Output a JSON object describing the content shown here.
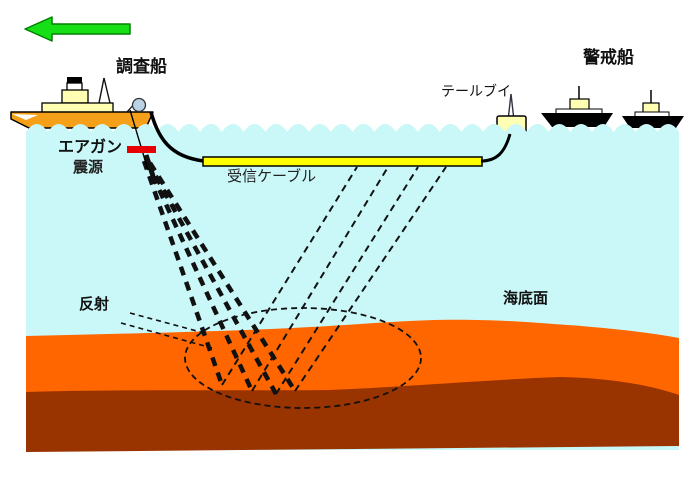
{
  "labels": {
    "survey_ship": "調査船",
    "airgun": "エアガン",
    "seismic_source": "震源",
    "receiver_cable": "受信ケーブル",
    "tail_buoy": "テールブイ",
    "guard_ship": "警戒船",
    "reflection": "反射",
    "seafloor": "海底面"
  },
  "icons": {
    "direction_arrow": "left-arrow-icon",
    "survey_ship": "ship-icon",
    "guard_ship_1": "ship-icon",
    "guard_ship_2": "ship-icon",
    "tail_buoy": "buoy-icon",
    "airgun": "airgun-icon"
  },
  "colors": {
    "water": "#CAF8F8",
    "seabed_upper": "#FF6600",
    "seabed_lower": "#993300",
    "ship_hull": "#F6A019",
    "ship_cabin": "#FFFFB4",
    "guard_hull": "#000000",
    "cable": "#FFFF00",
    "airgun": "#E80000",
    "arrow": "#16DF16",
    "buoy": "#FFFFB4",
    "ray_line": "#111111",
    "float": "#B9D2E6"
  }
}
